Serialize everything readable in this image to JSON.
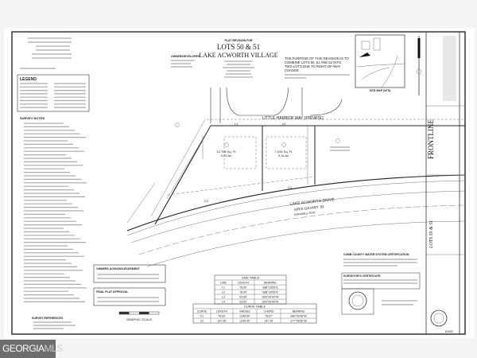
{
  "plat": {
    "subtitle": "PLAT REVISION FOR",
    "title": "LOTS 50 & 51",
    "subdivision": "LAKE ACWORTH VILLAGE",
    "purpose": [
      "THE PURPOSE OF THIS REVISION IS TO",
      "COMBINE LOTS 50, 51 AND 52 INTO",
      "TWO LOTS DUE TO RIGHT-OF-WAY",
      "CHANGE."
    ],
    "site_map_label": "SITE MAP (NTS)",
    "legend_title": "LEGEND",
    "owner_label": "OWNER/DEVELOPER",
    "survey_notes_title": "SURVEY NOTES",
    "survey_references_title": "SURVEY REFERENCES",
    "owner_ack_title": "OWNERS ACKNOWLEDGEMENT",
    "final_plat_title": "FINAL PLAT APPROVAL",
    "graphic_scale": "GRAPHIC SCALE",
    "water_cert": "COBB COUNTY WATER SYSTEM CERTIFICATION",
    "surveyor_cert": "SURVEYOR'S CERTIFICATE",
    "firm": "FRONTLINE",
    "sheet_title": "LOTS 50 & 51",
    "job_no": "81530"
  },
  "map": {
    "street_1": "LITTLE HARBOR WAY (PRIVATE)",
    "street_2": "LAKE ACWORTH DRIVE",
    "street_2_sub": "S/R/S GA HWY. 92",
    "street_2_row": "(VARIABLE R/W)",
    "lot_a_area": "12,708 Sq. Ft.",
    "lot_a_acres": "0.29 Ac.",
    "lot_b_area": "7,034 Sq. Ft.",
    "lot_b_acres": "0.16 Ac.",
    "labels": [
      "L1",
      "L2",
      "C1",
      "C2"
    ]
  },
  "line_table": {
    "title": "LINE TABLE",
    "headers": [
      "LINE",
      "LENGTH",
      "BEARING"
    ],
    "rows": [
      [
        "L1",
        "78.00'",
        "S88°18'53\"E"
      ],
      [
        "L2",
        "78.00'",
        "S88°18'53\"E"
      ],
      [
        "L3",
        "93.85'",
        "S00°26'00\"W"
      ],
      [
        "L4",
        "93.52'",
        "S00°26'00\"W"
      ]
    ]
  },
  "curve_table": {
    "title": "CURVE TABLE",
    "headers": [
      "CURVE",
      "LENGTH",
      "RADIUS",
      "CHORD",
      "BEARING"
    ],
    "rows": [
      [
        "C1",
        "78.69'",
        "1245.00'",
        "78.67'",
        "S80°49'28\"W"
      ],
      [
        "C2",
        "137.28'",
        "1245.00'",
        "137.16'",
        "S77°06'30\"W"
      ]
    ]
  },
  "watermark": {
    "part1": "GEORGIA",
    "part2": "MLS"
  }
}
